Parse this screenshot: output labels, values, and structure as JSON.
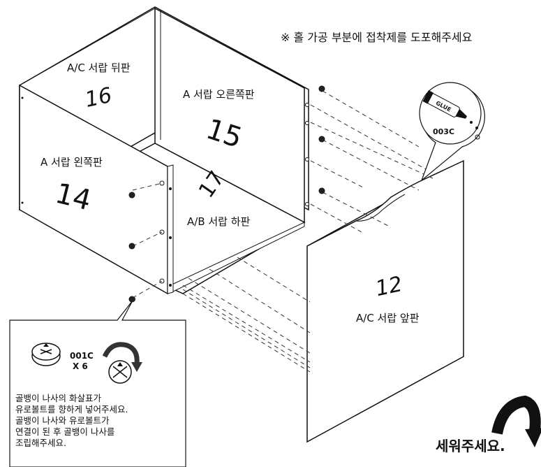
{
  "notice": "※ 홀 가공 부분에 접착제를 도포해주세요",
  "panels": {
    "back": {
      "name": "A/C 서랍 뒤판",
      "number": "16"
    },
    "right": {
      "name": "A 서랍 오른쪽판",
      "number": "15"
    },
    "left": {
      "name": "A 서랍 왼쪽판",
      "number": "14"
    },
    "bottom": {
      "name": "A/B 서랍 하판",
      "number": "17"
    },
    "front": {
      "name": "A/C 서랍 앞판",
      "number": "12"
    }
  },
  "glue": {
    "tube_text": "GLUE",
    "code": "003C"
  },
  "hardware": {
    "code": "001C",
    "qty": "X 6"
  },
  "instructions": [
    "골뱅이 나사의 화살표가",
    "유로볼트를 향하게 넣어주세요.",
    "골뱅이 나사와 유로볼트가",
    "연결이 된 후 골뱅이 나사를",
    "조립해주세요."
  ],
  "stand_up": "세워주세요."
}
